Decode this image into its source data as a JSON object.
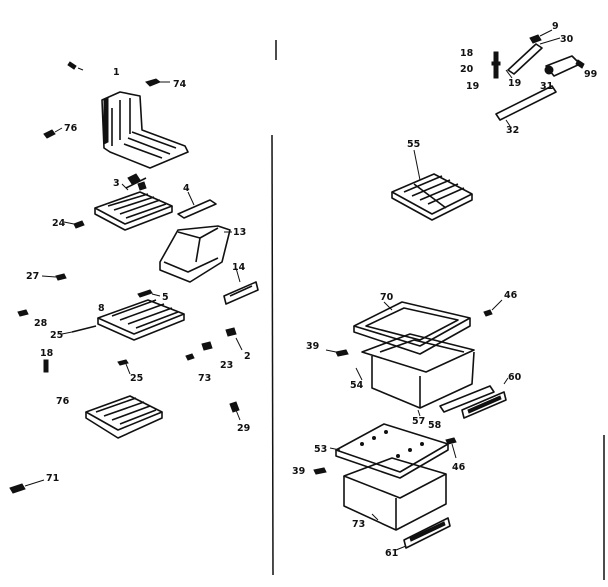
{
  "diagram": {
    "part_labels": [
      "1",
      "74",
      "76",
      "3",
      "4",
      "13",
      "24",
      "14",
      "27",
      "5",
      "8",
      "28",
      "25",
      "2",
      "23",
      "73",
      "25",
      "18",
      "76",
      "29",
      "71",
      "9",
      "30",
      "18",
      "20",
      "19",
      "19",
      "31",
      "99",
      "32",
      "55",
      "70",
      "46",
      "39",
      "54",
      "60",
      "57",
      "58",
      "53",
      "46",
      "39",
      "73",
      "61"
    ]
  },
  "colors": {
    "ink": "#111111",
    "background": "#ffffff"
  }
}
